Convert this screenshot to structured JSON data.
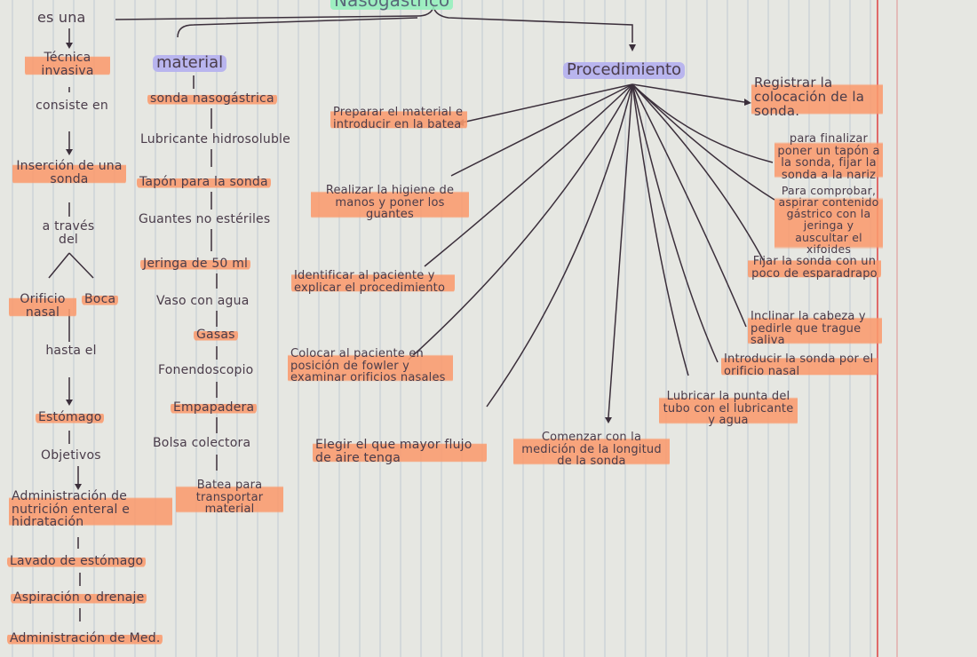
{
  "title": "Nasogástrico",
  "left_chain": [
    "es una",
    "Técnica invasiva",
    "consiste en",
    "Inserción de una sonda",
    "a través del",
    "Orificio nasal",
    "Boca",
    "hasta el",
    "Estómago",
    "Objetivos",
    "Administración de nutrición enteral e hidratación",
    "Lavado de estómago",
    "Aspiración o drenaje",
    "Administración de Med."
  ],
  "material": {
    "header": "material",
    "items": [
      "sonda nasogástrica",
      "Lubricante hidrosoluble",
      "Tapón para la sonda",
      "Guantes no estériles",
      "Jeringa de 50 ml",
      "Vaso con agua",
      "Gasas",
      "Fonendoscopio",
      "Empapadera",
      "Bolsa colectora",
      "Batea para transportar material"
    ]
  },
  "procedure": {
    "header": "Procedimiento",
    "steps": [
      "Preparar el material e introducir en la batea",
      "Realizar la higiene de manos y poner los guantes",
      "Identificar al paciente y explicar el procedimiento",
      "Colocar al paciente en posición de fowler y examinar orificios nasales",
      "Elegir el que mayor flujo de aire tenga",
      "Comenzar con la medición de la longitud de la sonda",
      "Lubricar la punta del tubo con el lubricante y agua",
      "Introducir la sonda por el orificio nasal",
      "Inclinar la cabeza y pedirle que trague saliva",
      "Fijar la sonda con un poco de esparadrapo",
      "Para comprobar, aspirar contenido gástrico con la jeringa y auscultar el xifoides",
      "para finalizar poner un tapón a la sonda, fijar la sonda a la nariz",
      "Registrar la colocación de la sonda."
    ]
  },
  "colors": {
    "highlight": "#f99b6e",
    "title_highlight": "#96f0be",
    "header_highlight": "#b4aff0",
    "ink": "#4a3c4a",
    "margin_line": "#e06a6a",
    "grid": "#b7c3cf"
  }
}
